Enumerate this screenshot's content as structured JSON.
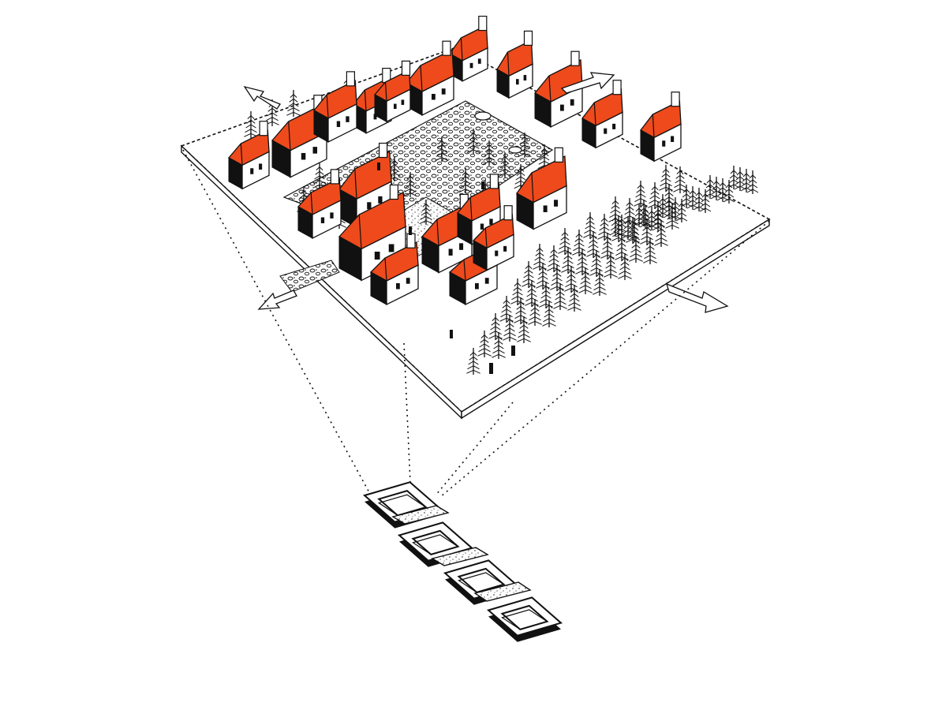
{
  "colors": {
    "roof": "#ee4a1c",
    "ink": "#111111",
    "paper": "#ffffff"
  },
  "elements": {
    "site_plan": "isometric-site-block",
    "courtyard": "cobbled-courtyard",
    "trees": "conifer-tree-grove",
    "arrows": "direction-arrows",
    "modules": "square-module-chain"
  }
}
